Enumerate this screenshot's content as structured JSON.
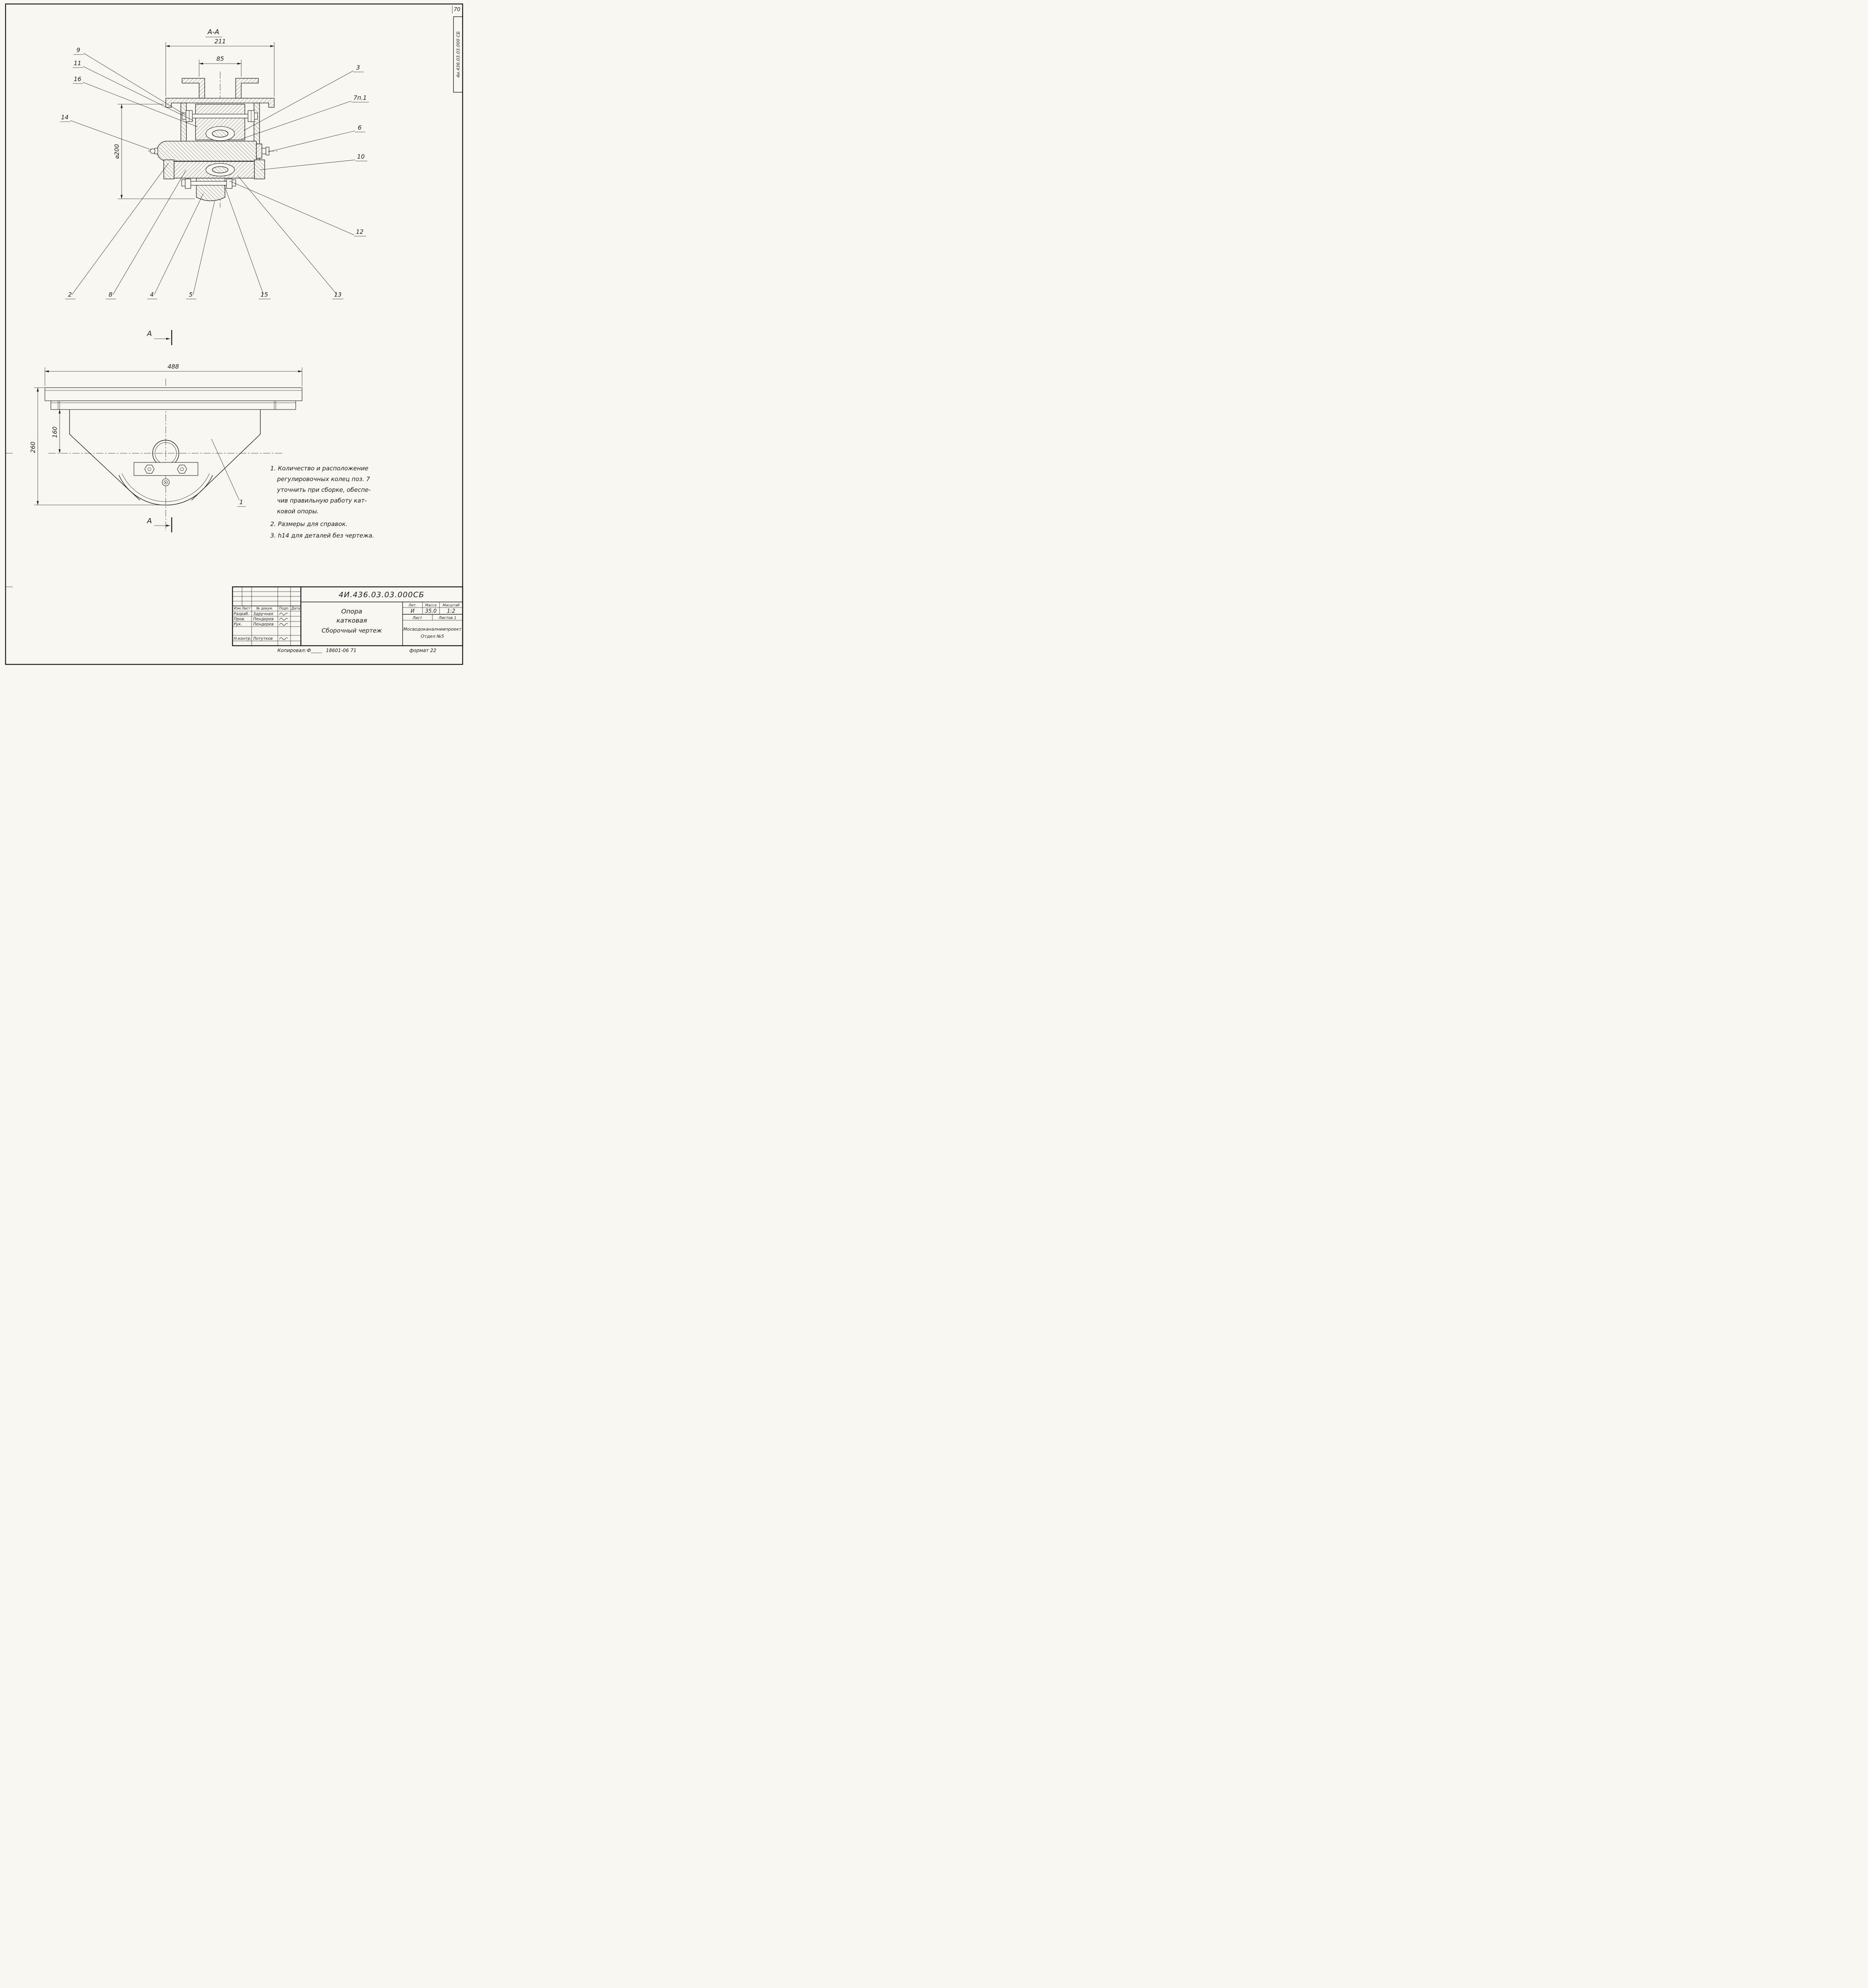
{
  "page": {
    "page_number": "70",
    "corner_stamp": "4и.436.03.03.000 СБ",
    "copied_label": "Копировал:",
    "copied_ref": "Ф",
    "copied_number": "18601-06  71",
    "format_label": "формат 22"
  },
  "section_view": {
    "title": "А-А",
    "dim_width_outer": "211",
    "dim_width_inner": "85",
    "dim_diameter": "⌀200",
    "callouts": {
      "c9": "9",
      "c11": "11",
      "c16": "16",
      "c14": "14",
      "c3": "3",
      "c7": "7п.1",
      "c6": "6",
      "c10": "10",
      "c12": "12",
      "c2": "2",
      "c8": "8",
      "c4": "4",
      "c5": "5",
      "c15": "15",
      "c13": "13"
    }
  },
  "side_view": {
    "section_mark": "А",
    "dim_length": "488",
    "dim_height_plate": "160",
    "dim_height_total": "260",
    "callout_1": "1"
  },
  "notes": {
    "line1": "1. Количество и расположение",
    "line2": "регулировочных колец поз. 7",
    "line3": "уточнить при сборке, обеспе-",
    "line4": "чив правильную работу кат-",
    "line5": "ковой опоры.",
    "line6": "2. Размеры для справок.",
    "line7": "3. h14 для деталей без чертежа."
  },
  "title_block": {
    "doc_number": "4И.436.03.03.000СБ",
    "title_line1": "Опора",
    "title_line2": "катковая",
    "title_line3": "Сборочный чертеж",
    "col_izm": "Изм.Лист",
    "col_doc": "№ докум.",
    "col_sign": "Подп.",
    "col_date": "Дата",
    "row1_role": "Разраб.",
    "row1_name": "Здручная",
    "row2_role": "Пров.",
    "row2_name": "Пендерев",
    "row3_role": "Рук.",
    "row3_name": "Пендерев",
    "row4_role": "Н.контр.",
    "row4_name": "Потутков",
    "lit_header": "Лит.",
    "mass_header": "Масса",
    "scale_header": "Масштаб",
    "lit_value": "И",
    "mass_value": "35.0",
    "scale_value": "1:2",
    "sheet_label": "Лист",
    "sheets_label": "Листов 1",
    "org_line1": "Мосводоканалниипроект",
    "org_line2": "Отдел №5"
  }
}
